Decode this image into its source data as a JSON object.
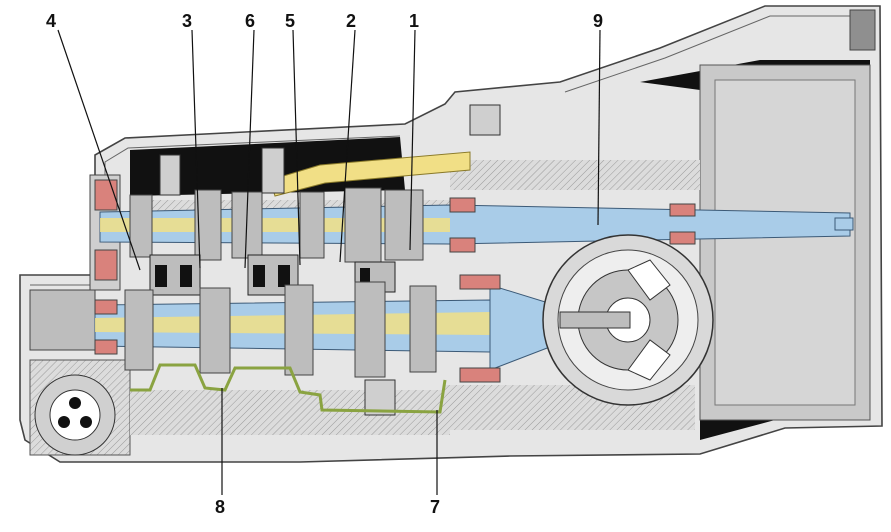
{
  "callouts": [
    {
      "id": "1",
      "label": "1"
    },
    {
      "id": "2",
      "label": "2"
    },
    {
      "id": "3",
      "label": "3"
    },
    {
      "id": "4",
      "label": "4"
    },
    {
      "id": "5",
      "label": "5"
    },
    {
      "id": "6",
      "label": "6"
    },
    {
      "id": "7",
      "label": "7"
    },
    {
      "id": "8",
      "label": "8"
    },
    {
      "id": "9",
      "label": "9"
    }
  ],
  "colors": {
    "housing": "#e4e4e4",
    "housing_stroke": "#444444",
    "cavity": "#111111",
    "shaft_blue": "#a9cce8",
    "shaft_yellow": "#f1df86",
    "bearing_red": "#d9827c",
    "gear_gray": "#bdbdbd",
    "oil_guide_green": "#8aa341"
  }
}
